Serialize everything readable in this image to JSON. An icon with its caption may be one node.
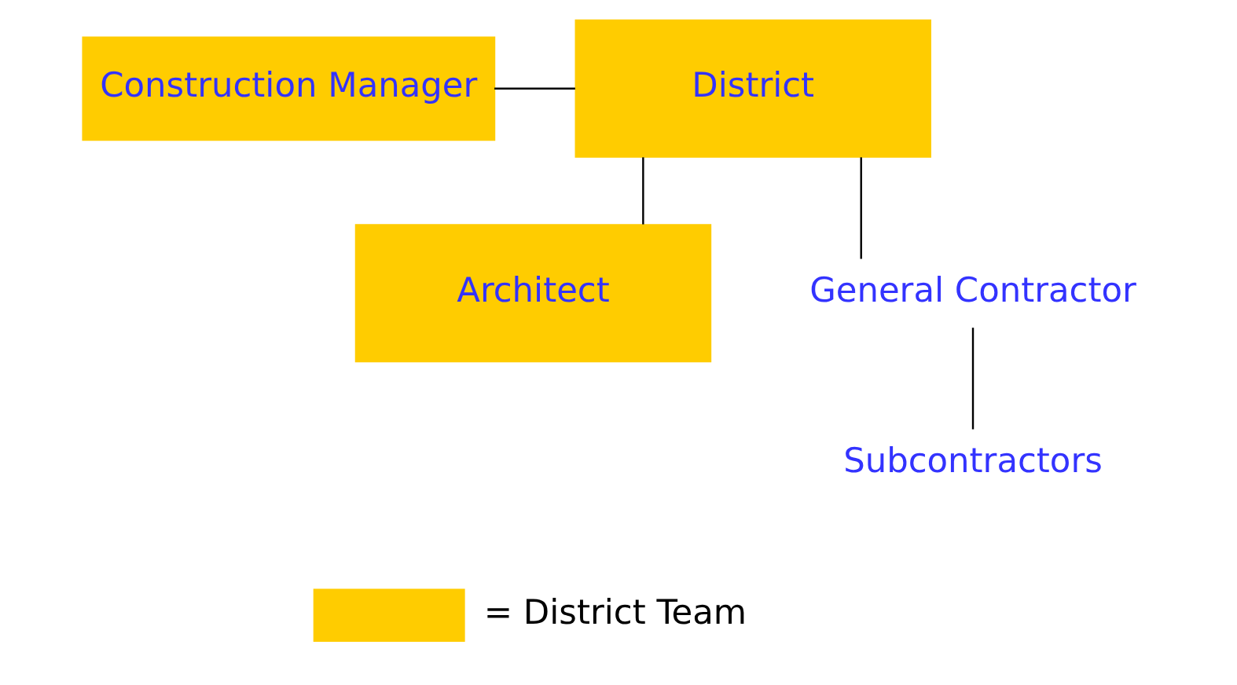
{
  "diagram": {
    "nodes": [
      {
        "text": [
          "District"
        ]
      },
      {
        "text": [
          "Construction Manager"
        ]
      },
      {
        "text": [
          "Architect"
        ]
      },
      {
        "text": [
          "General Contractor"
        ]
      },
      {
        "text": [
          "Subcontractors"
        ]
      }
    ],
    "edges": [
      {
        "from": 1,
        "to": 0,
        "arrow": "none"
      },
      {
        "from": 0,
        "to": 2,
        "arrow": "none"
      },
      {
        "from": 0,
        "to": 3,
        "arrow": "none"
      },
      {
        "from": 3,
        "to": 4,
        "arrow": "none"
      }
    ],
    "legend": [
      {
        "text": "= District Team",
        "color": "#ffcc00"
      }
    ]
  }
}
